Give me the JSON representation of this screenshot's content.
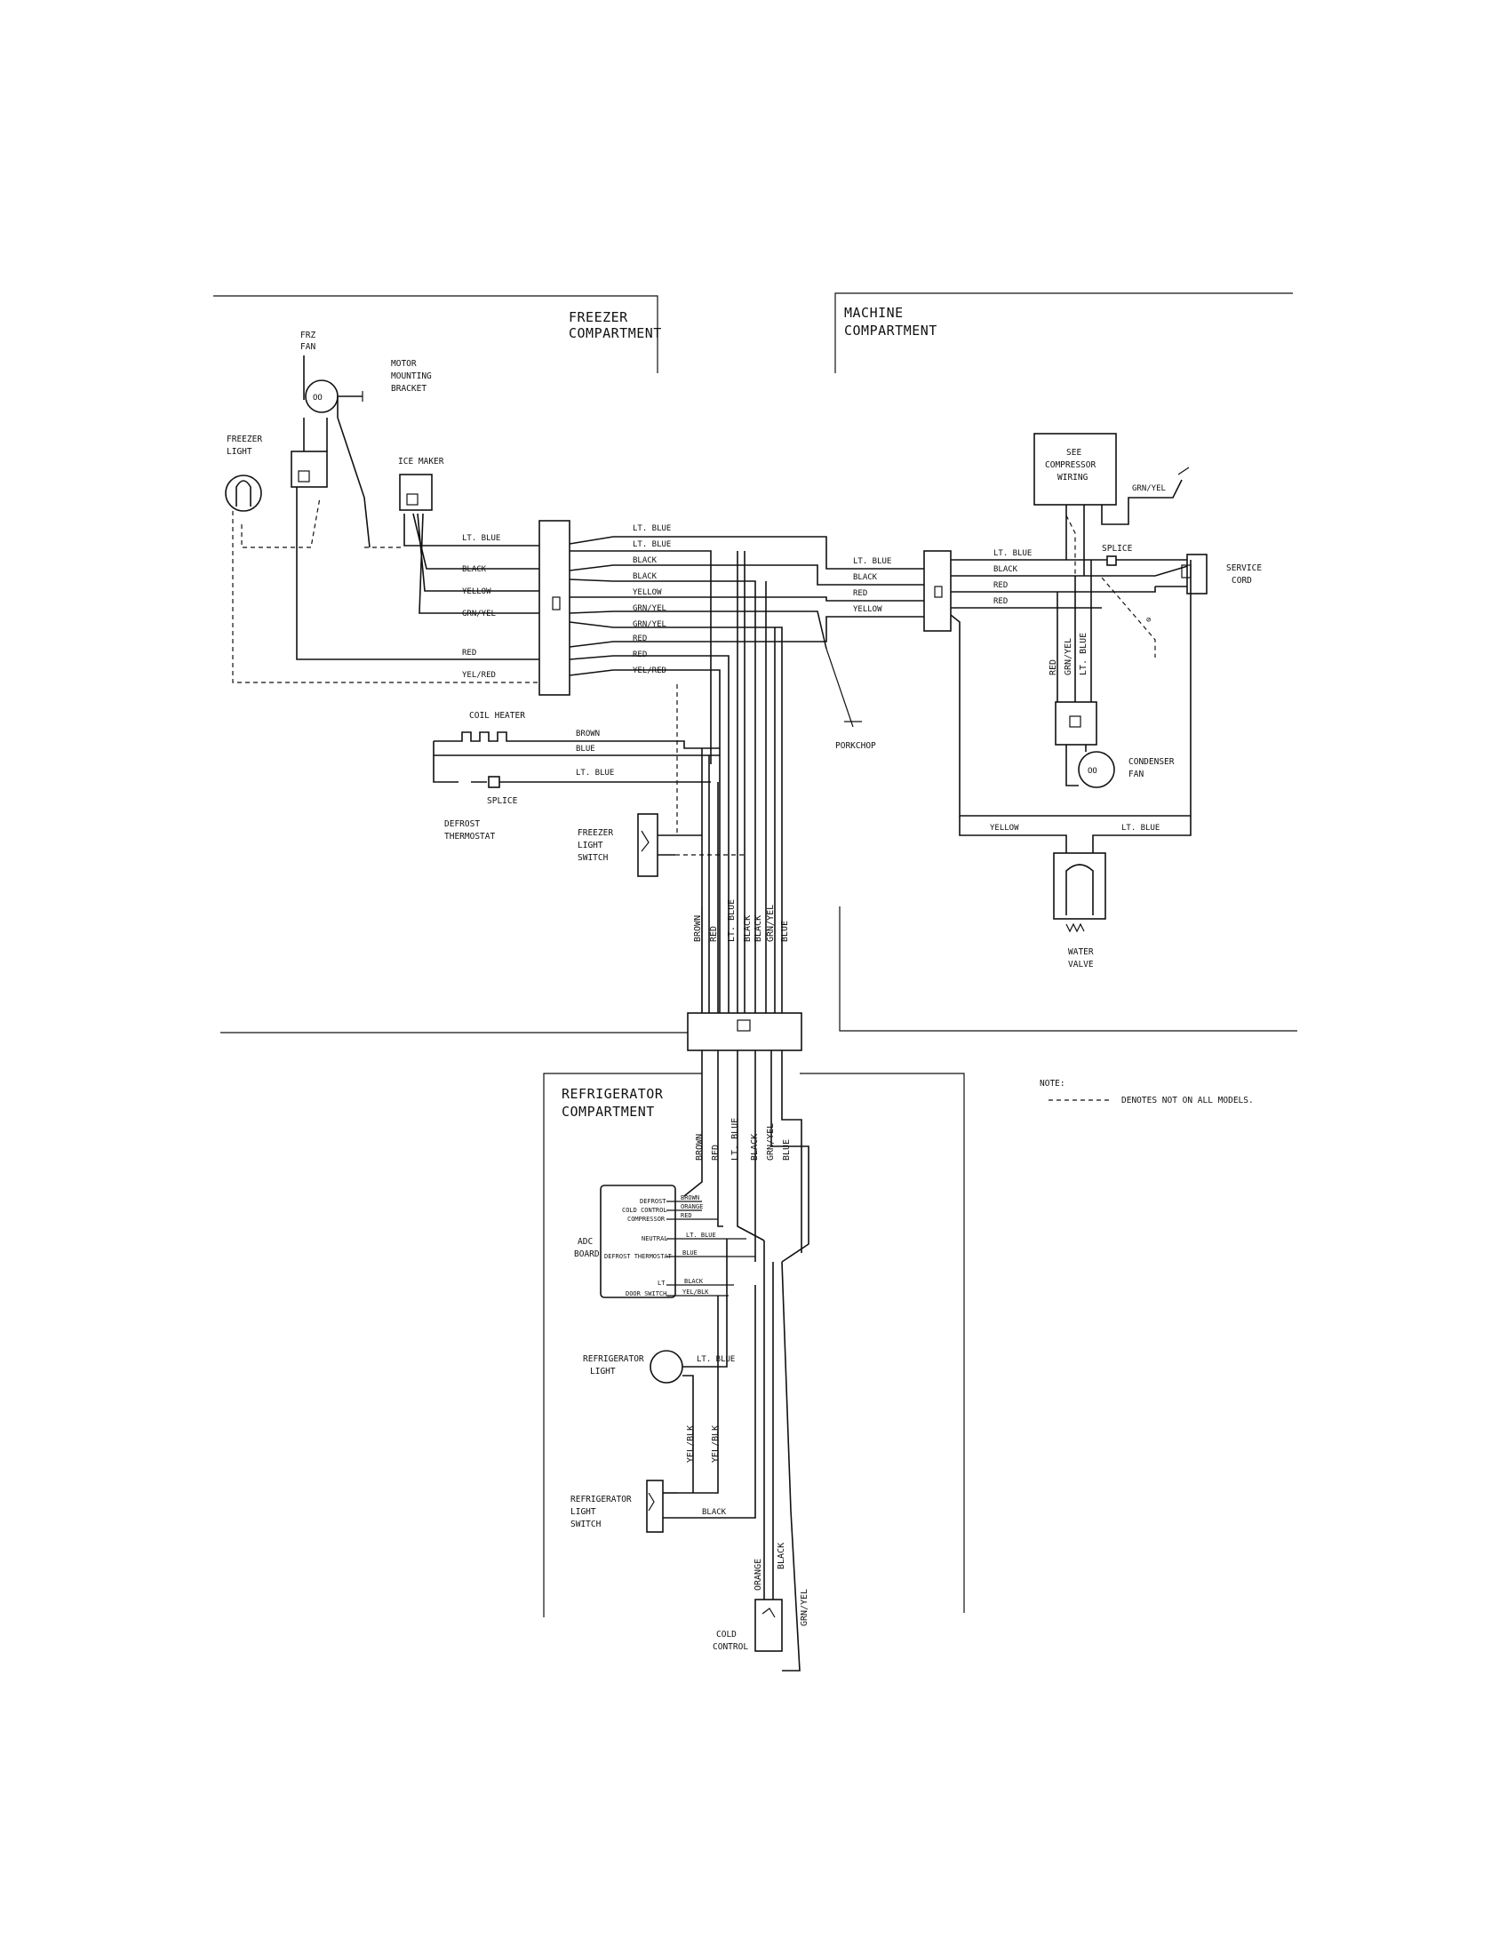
{
  "sections": {
    "freezer": [
      "FREEZER",
      "COMPARTMENT"
    ],
    "machine": [
      "MACHINE",
      "COMPARTMENT"
    ],
    "refrigerator": [
      "REFRIGERATOR",
      "COMPARTMENT"
    ]
  },
  "components": {
    "frz_fan": [
      "FRZ",
      "FAN"
    ],
    "motor_bracket": [
      "MOTOR",
      "MOUNTING",
      "BRACKET"
    ],
    "freezer_light": [
      "FREEZER",
      "LIGHT"
    ],
    "ice_maker": "ICE MAKER",
    "compressor": [
      "SEE",
      "COMPRESSOR",
      "WIRING"
    ],
    "splice_machine": "SPLICE",
    "service_cord": [
      "SERVICE",
      "CORD"
    ],
    "condenser_fan": [
      "CONDENSER",
      "FAN"
    ],
    "water_valve": [
      "WATER",
      "VALVE"
    ],
    "coil_heater": "COIL HEATER",
    "splice_freezer": "SPLICE",
    "defrost_thermostat": [
      "DEFROST",
      "THERMOSTAT"
    ],
    "freezer_light_switch": [
      "FREEZER",
      "LIGHT",
      "SWITCH"
    ],
    "porkchop": "PORKCHOP",
    "adc_board": [
      "ADC",
      "BOARD"
    ],
    "refrigerator_light": [
      "REFRIGERATOR",
      "LIGHT"
    ],
    "refrigerator_light_switch": [
      "REFRIGERATOR",
      "LIGHT",
      "SWITCH"
    ],
    "cold_control": [
      "COLD",
      "CONTROL"
    ]
  },
  "adc_terminals": {
    "defrost": "DEFROST",
    "cold_control": "COLD CONTROL",
    "compressor": "COMPRESSOR",
    "neutral": "NEUTRAL",
    "defrost_thermostat": "DEFROST THERMOSTAT",
    "lt": "LT",
    "door_switch": "DOOR SWITCH"
  },
  "wires": {
    "frz_left": [
      "LT. BLUE",
      "BLACK",
      "YELLOW",
      "GRN/YEL",
      "RED",
      "YEL/RED"
    ],
    "frz_right": [
      "LT. BLUE",
      "LT. BLUE",
      "BLACK",
      "BLACK",
      "YELLOW",
      "GRN/YEL",
      "GRN/YEL",
      "RED",
      "RED",
      "YEL/RED"
    ],
    "mach_left": [
      "LT. BLUE",
      "BLACK",
      "RED",
      "YELLOW"
    ],
    "mach_right": [
      "LT. BLUE",
      "BLACK",
      "RED",
      "RED"
    ],
    "grn_yel_top": "GRN/YEL",
    "mach_vertical": [
      "RED",
      "GRN/YEL",
      "LT. BLUE"
    ],
    "valve_left": "YELLOW",
    "valve_right": "LT. BLUE",
    "heater": [
      "BROWN",
      "BLUE",
      "LT. BLUE"
    ],
    "harness_upper": [
      "BROWN",
      "RED",
      "LT. BLUE",
      "BLACK",
      "BLACK",
      "GRN/YEL",
      "BLUE"
    ],
    "harness_lower": [
      "BROWN",
      "RED",
      "LT. BLUE",
      "BLACK",
      "GRN/YEL",
      "BLUE"
    ],
    "adc_right": [
      "BROWN",
      "ORANGE",
      "RED",
      "LT. BLUE",
      "BLUE",
      "BLACK",
      "YEL/BLK"
    ],
    "ref_light": "LT. BLUE",
    "ref_vertical": [
      "YEL/BLK",
      "YEL/BLK"
    ],
    "switch_black": "BLACK",
    "cold_ctrl": [
      "ORANGE",
      "BLACK",
      "GRN/YEL"
    ]
  },
  "note": {
    "title": "NOTE:",
    "text": "DENOTES NOT ON ALL MODELS."
  }
}
